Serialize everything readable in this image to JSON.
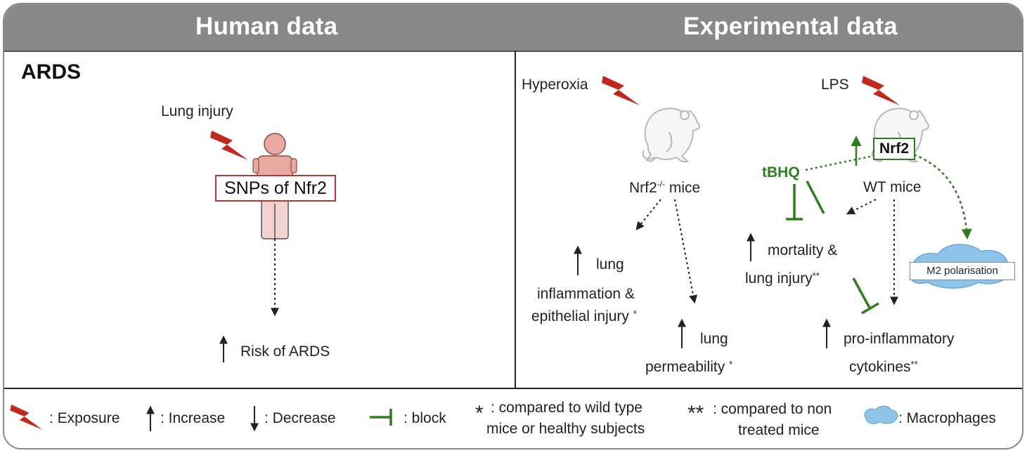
{
  "header": {
    "left_title": "Human data",
    "right_title": "Experimental data"
  },
  "human": {
    "ards_title": "ARDS",
    "lung_injury": "Lung injury",
    "snps_label": "SNPs of Nfr2",
    "risk_label": "Risk of ARDS"
  },
  "experimental": {
    "hyperoxia": "Hyperoxia",
    "knockout_mice": "Nrf2",
    "knockout_superscript": "-/-",
    "knockout_suffix": " mice",
    "lung_inflammation_1": "lung",
    "lung_inflammation_2": "inflammation &",
    "lung_inflammation_3": "epithelial injury",
    "lung_perm_1": "lung",
    "lung_perm_2": "permeability",
    "lps": "LPS",
    "nrf2_box": "Nrf2",
    "tbhq": "tBHQ",
    "wt_mice": "WT mice",
    "mortality_1": "mortality &",
    "mortality_2": "lung injury",
    "m2": "M2 polarisation",
    "cytokines_1": "pro-inflammatory",
    "cytokines_2": "cytokines"
  },
  "legend": {
    "exposure": ": Exposure",
    "increase": ": Increase",
    "decrease": ": Decrease",
    "block": ": block",
    "star_1": ": compared to wild type",
    "star_2": "mice or healthy subjects",
    "dstar_1": ": compared to non",
    "dstar_2": "treated mice",
    "macrophages": ": Macrophages"
  },
  "colors": {
    "exposure_red": "#c0271d",
    "block_green": "#2e7d1e",
    "header_grey": "#888888",
    "macrophage_blue": "#8ec3e8",
    "person_pink": "#e8a9a3"
  }
}
